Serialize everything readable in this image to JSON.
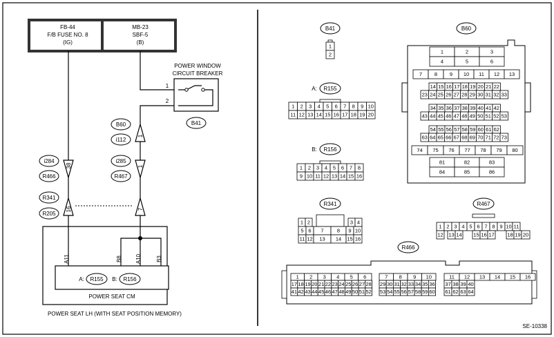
{
  "fuse_boxes": [
    {
      "line1": "FB-44",
      "line2": "F/B FUSE NO. 8",
      "line3": "(IG)"
    },
    {
      "line1": "MB-23",
      "line2": "SBF-5",
      "line3": "(B)"
    }
  ],
  "breaker": {
    "title1": "POWER WINDOW",
    "title2": "CIRCUIT BREAKER",
    "pin1": "1",
    "pin2": "2",
    "connector": "B41"
  },
  "wire_connectors": {
    "b60": "B60",
    "i112": "i112",
    "pin_b60": "1",
    "i285": "i285",
    "r467": "R467",
    "pin_i285": "1",
    "i284": "i284",
    "r466": "R466",
    "pin_i284": "38",
    "r341": "R341",
    "r205": "R205",
    "pin_r341": "16",
    "pin_r467": "7"
  },
  "module": {
    "pins": [
      "A11",
      "A10",
      "B8",
      "B3"
    ],
    "conn_a_label": "A:",
    "conn_a": "R155",
    "conn_b_label": "B:",
    "conn_b": "R156",
    "title": "POWER SEAT CM"
  },
  "footer_left": "POWER SEAT LH (WITH SEAT POSITION MEMORY)",
  "right": {
    "b41": {
      "name": "B41",
      "pins": [
        "1",
        "2"
      ]
    },
    "b60": {
      "name": "B60",
      "rows": [
        [
          "1",
          "2",
          "3"
        ],
        [
          "4",
          "5",
          "6"
        ],
        [
          "7",
          "8",
          "9",
          "10",
          "11",
          "12",
          "13"
        ],
        [
          "14",
          "15",
          "16",
          "17",
          "18",
          "19",
          "20",
          "21",
          "22"
        ],
        [
          "23",
          "24",
          "25",
          "26",
          "27",
          "28",
          "29",
          "30",
          "31",
          "32",
          "33"
        ],
        [
          "34",
          "35",
          "36",
          "37",
          "38",
          "39",
          "40",
          "41",
          "42"
        ],
        [
          "43",
          "44",
          "45",
          "46",
          "47",
          "48",
          "49",
          "50",
          "51",
          "52",
          "53"
        ],
        [
          "54",
          "55",
          "56",
          "57",
          "58",
          "59",
          "60",
          "61",
          "62"
        ],
        [
          "63",
          "64",
          "65",
          "66",
          "67",
          "68",
          "69",
          "70",
          "71",
          "72",
          "73"
        ],
        [
          "74",
          "75",
          "76",
          "77",
          "78",
          "79",
          "80"
        ],
        [
          "81",
          "82",
          "83"
        ],
        [
          "84",
          "85",
          "86"
        ]
      ]
    },
    "r155": {
      "prefix": "A:",
      "name": "R155",
      "rows": [
        [
          "1",
          "2",
          "3",
          "4",
          "5",
          "6",
          "7",
          "8",
          "9",
          "10"
        ],
        [
          "11",
          "12",
          "13",
          "14",
          "15",
          "16",
          "17",
          "18",
          "19",
          "20"
        ]
      ]
    },
    "r156": {
      "prefix": "B:",
      "name": "R156",
      "rows": [
        [
          "1",
          "2",
          "3",
          "4",
          "5",
          "6",
          "7",
          "8"
        ],
        [
          "9",
          "10",
          "11",
          "12",
          "13",
          "14",
          "15",
          "16"
        ]
      ]
    },
    "r341": {
      "name": "R341",
      "rows": [
        [
          "1",
          "2",
          "3",
          "4"
        ],
        [
          "5",
          "6",
          "7",
          "8",
          "9",
          "10"
        ],
        [
          "11",
          "12",
          "13",
          "14",
          "15",
          "16"
        ]
      ]
    },
    "r467": {
      "name": "R467",
      "rows": [
        [
          "1",
          "2",
          "3",
          "4",
          "5",
          "6",
          "7",
          "8",
          "9",
          "10",
          "11"
        ],
        [
          "12",
          "13",
          "14",
          "15",
          "16",
          "17",
          "18",
          "19",
          "20"
        ]
      ]
    },
    "r466": {
      "name": "R466",
      "rows": [
        [
          "1",
          "2",
          "3",
          "4",
          "5",
          "6",
          "7",
          "8",
          "9",
          "10",
          "11",
          "12",
          "13",
          "14",
          "15",
          "16"
        ],
        [
          "17",
          "18",
          "19",
          "20",
          "21",
          "22",
          "23",
          "24",
          "25",
          "26",
          "27",
          "28",
          "29",
          "30",
          "31",
          "32",
          "33",
          "34",
          "35",
          "36",
          "37",
          "38",
          "39",
          "40"
        ],
        [
          "41",
          "42",
          "43",
          "44",
          "45",
          "46",
          "47",
          "48",
          "49",
          "50",
          "51",
          "52",
          "53",
          "54",
          "55",
          "56",
          "57",
          "58",
          "59",
          "60",
          "61",
          "62",
          "63",
          "64"
        ]
      ]
    }
  },
  "figure_code": "SE-10338"
}
